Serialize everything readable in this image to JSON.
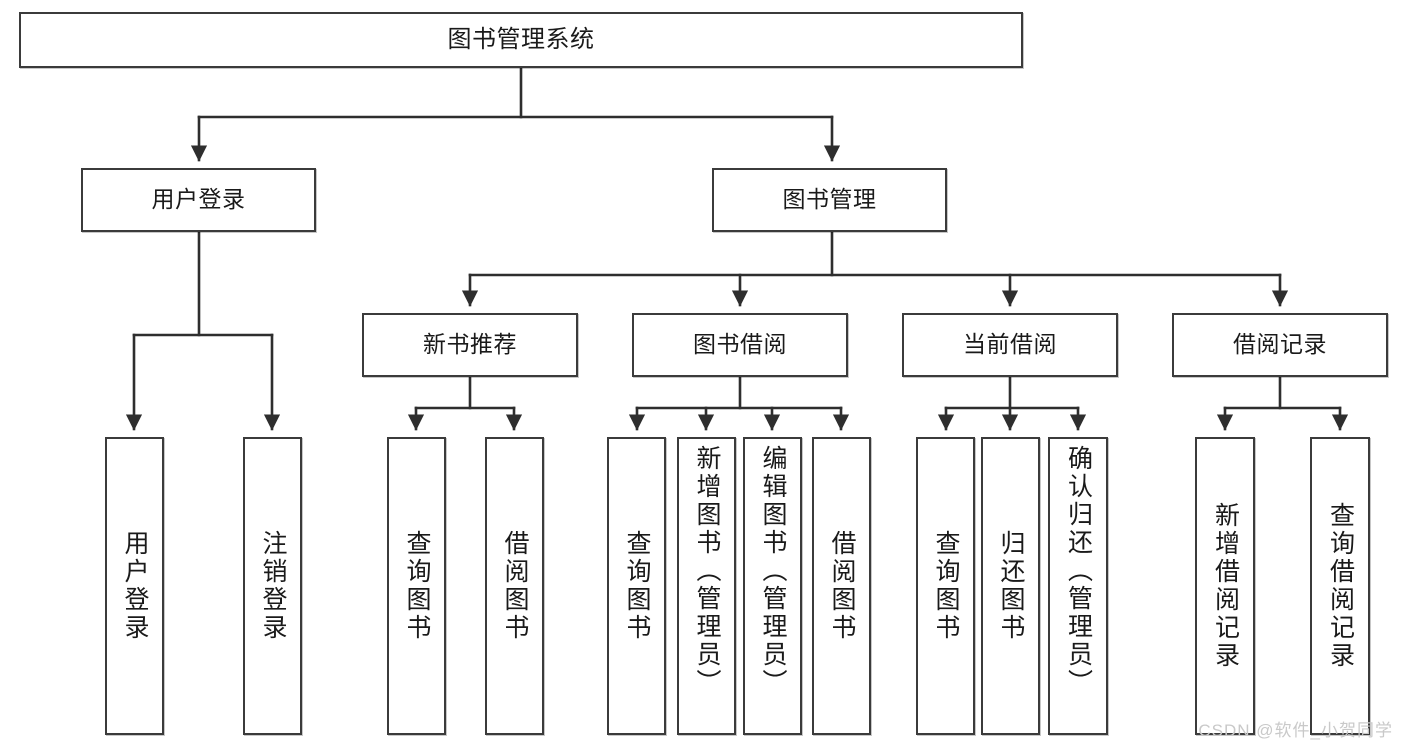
{
  "diagram": {
    "title": "图书管理系统",
    "type": "tree",
    "watermark": "CSDN @软件_小贺同学",
    "colors": {
      "box_border": "#3b3b3b",
      "box_fill": "#ffffff",
      "edge": "#2e2e2e",
      "text": "#1a1a1a",
      "watermark": "#c9c9c9"
    },
    "levels": {
      "root": {
        "label": "图书管理系统"
      },
      "level2": [
        {
          "id": "user-login",
          "label": "用户登录"
        },
        {
          "id": "book-manage",
          "label": "图书管理"
        }
      ],
      "level3": [
        {
          "id": "new-book-rec",
          "label": "新书推荐"
        },
        {
          "id": "book-borrow",
          "label": "图书借阅"
        },
        {
          "id": "current-borrow",
          "label": "当前借阅"
        },
        {
          "id": "borrow-record",
          "label": "借阅记录"
        }
      ],
      "leaves": {
        "user_login": [
          {
            "id": "leaf-user-login",
            "label": "用户登录"
          },
          {
            "id": "leaf-logout-login",
            "label": "注销登录"
          }
        ],
        "new_book_rec": [
          {
            "id": "leaf-query-book-1",
            "label": "查询图书"
          },
          {
            "id": "leaf-borrow-book-1",
            "label": "借阅图书"
          }
        ],
        "book_borrow": [
          {
            "id": "leaf-query-book-2",
            "label": "查询图书"
          },
          {
            "id": "leaf-add-book",
            "label": "新增图书（管理员）"
          },
          {
            "id": "leaf-edit-book",
            "label": "编辑图书（管理员）"
          },
          {
            "id": "leaf-borrow-book-2",
            "label": "借阅图书"
          }
        ],
        "current_borrow": [
          {
            "id": "leaf-query-book-3",
            "label": "查询图书"
          },
          {
            "id": "leaf-return-book",
            "label": "归还图书"
          },
          {
            "id": "leaf-confirm-return",
            "label": "确认归还（管理员）"
          }
        ],
        "borrow_record": [
          {
            "id": "leaf-add-record",
            "label": "新增借阅记录"
          },
          {
            "id": "leaf-query-record",
            "label": "查询借阅记录"
          }
        ]
      }
    }
  }
}
